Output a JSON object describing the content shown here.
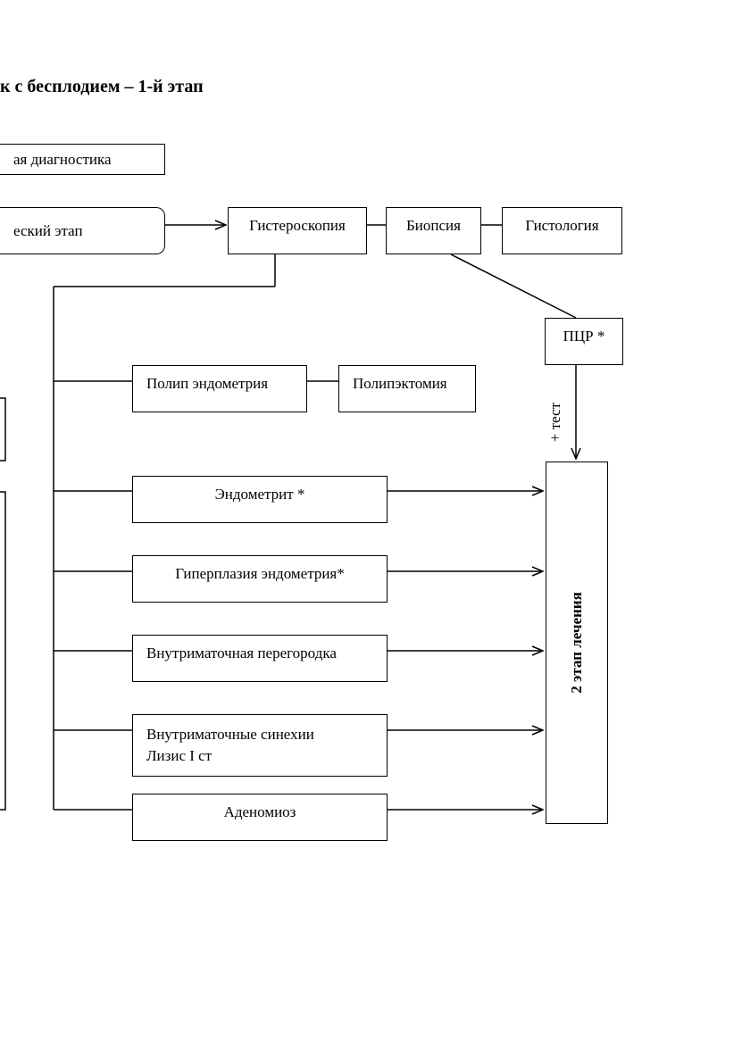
{
  "title": "к с бесплодием – 1-й  этап",
  "nodes": {
    "diagnostics": "ая диагностика",
    "stage": "еский этап",
    "hysteroscopy": "Гистероскопия",
    "biopsy": "Биопсия",
    "histology": "Гистология",
    "pcr": "ПЦР *",
    "test": "+ тест",
    "polyp": "Полип эндометрия",
    "polypectomy": "Полипэктомия",
    "endometritis": "Эндометрит *",
    "hyperplasia": "Гиперплазия эндометрия*",
    "septum": "Внутриматочная перегородка",
    "synechiae_line1": "Внутриматочные синехии",
    "synechiae_line2": "Лизис  I ст",
    "adenomyosis": "Аденомиоз",
    "stage2": "2 этап  лечения"
  },
  "colors": {
    "line": "#000000",
    "background": "#ffffff"
  }
}
